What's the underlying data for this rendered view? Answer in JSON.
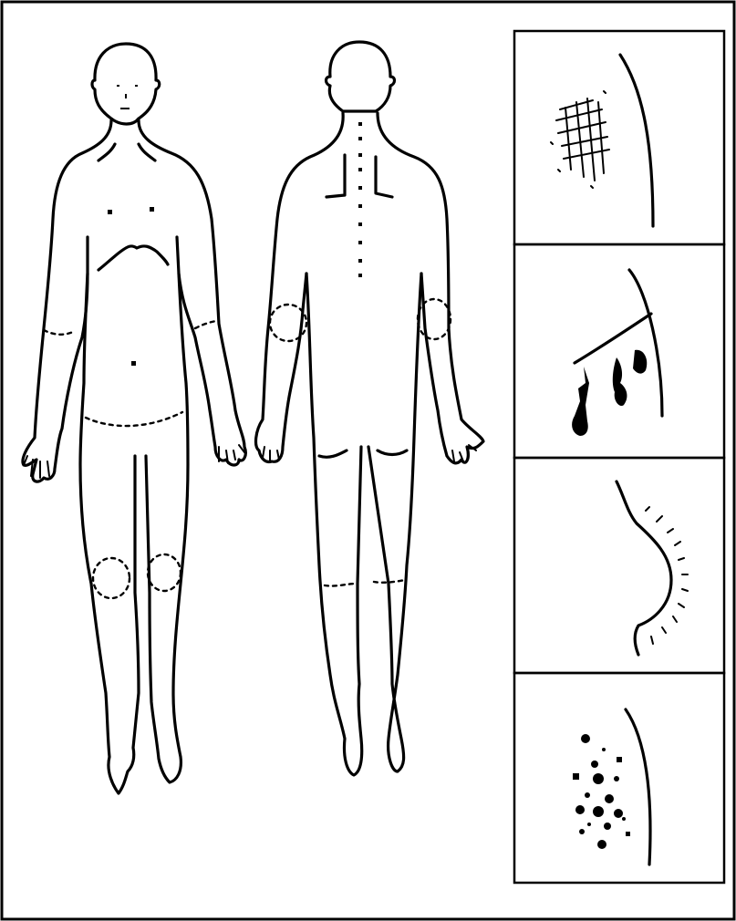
{
  "figure": {
    "views": [
      "front",
      "back"
    ],
    "legend_panels": [
      "scrape-mark",
      "bleeding-edge",
      "swelling",
      "spot-pattern"
    ]
  }
}
